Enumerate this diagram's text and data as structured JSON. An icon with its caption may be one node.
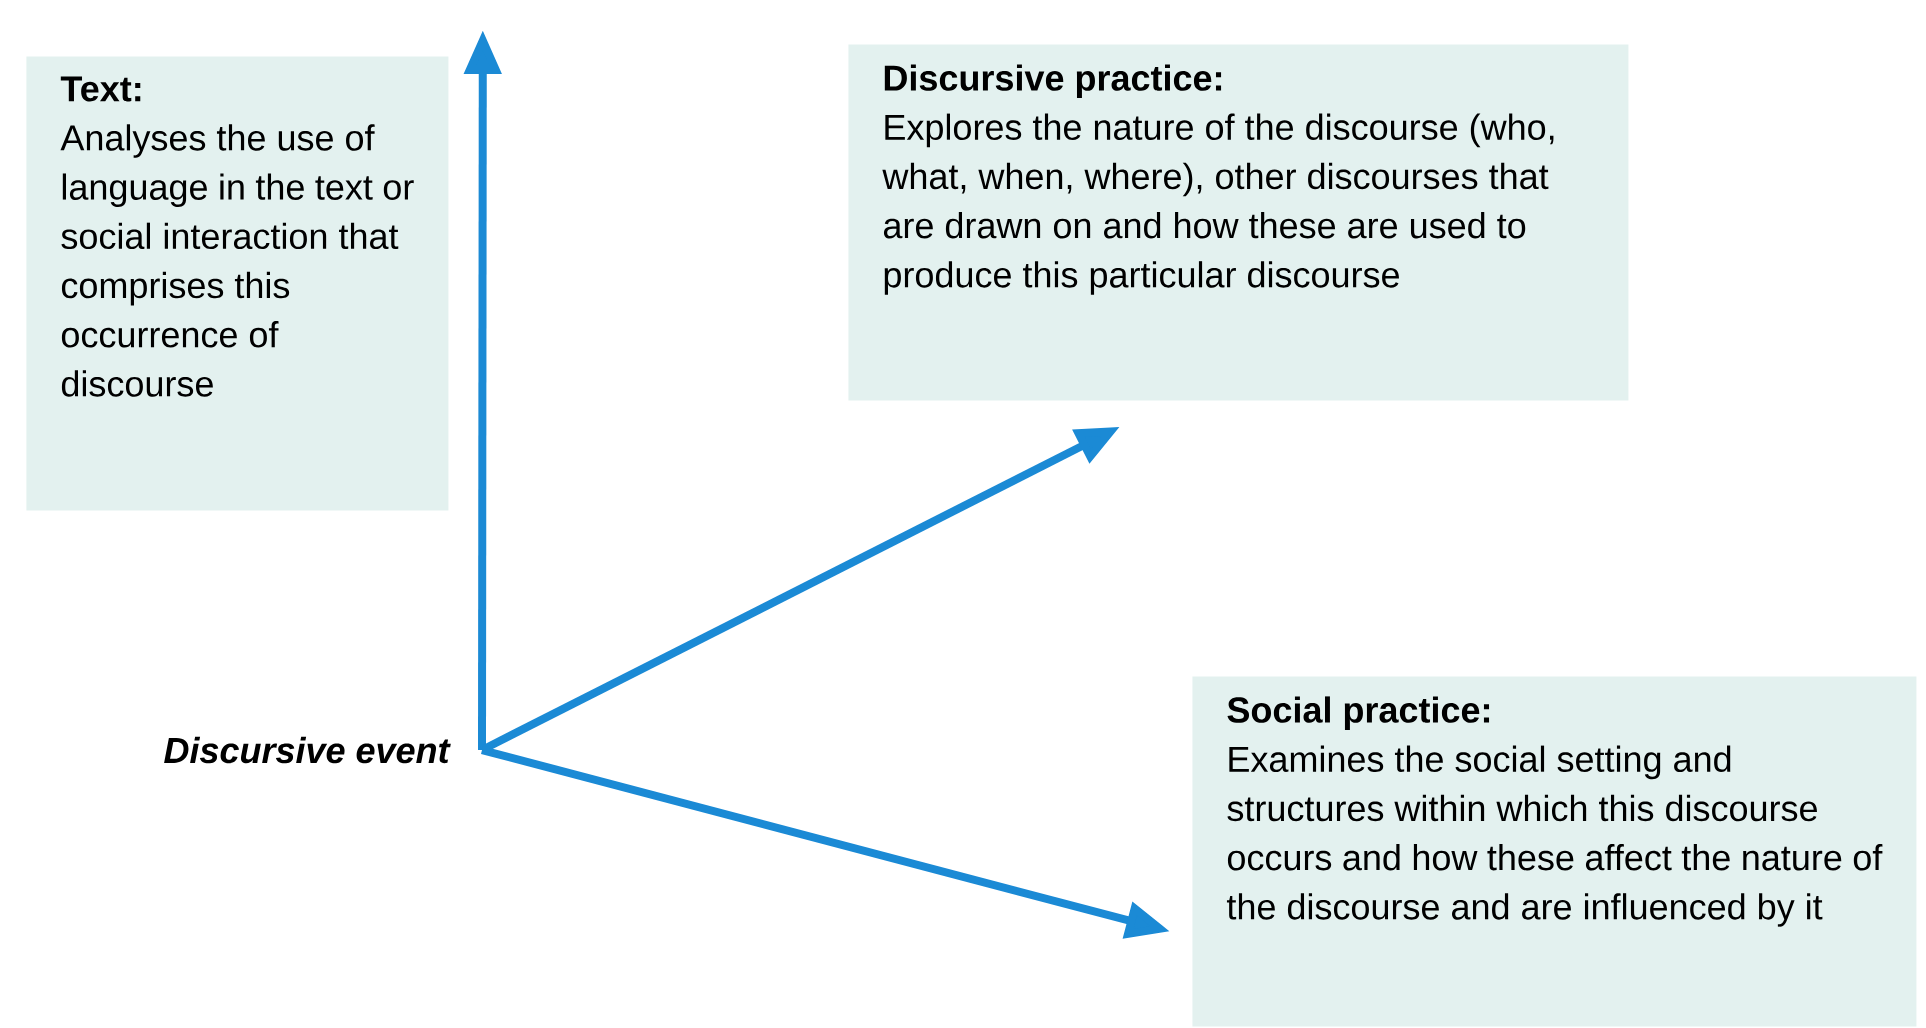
{
  "diagram": {
    "nodes": [
      {
        "text": [
          "Text:",
          "Analyses the use of language in the text or social interaction that comprises this occurrence of discourse"
        ]
      },
      {
        "text": [
          "Discursive practice:",
          "Explores the nature of the discourse (who, what, when, where), other discourses that are drawn on and how these are used to produce this particular discourse"
        ]
      },
      {
        "text": [
          "Social practice:",
          "Examines the social setting and structures within which this discourse occurs and how these affect the nature of the discourse and are influenced by it"
        ]
      },
      {
        "text": [
          "Discursive event"
        ]
      }
    ],
    "edges": [
      {
        "from": 3,
        "to": 0,
        "arrow": "to"
      },
      {
        "from": 3,
        "to": 1,
        "arrow": "to"
      },
      {
        "from": 3,
        "to": 2,
        "arrow": "to"
      }
    ]
  }
}
